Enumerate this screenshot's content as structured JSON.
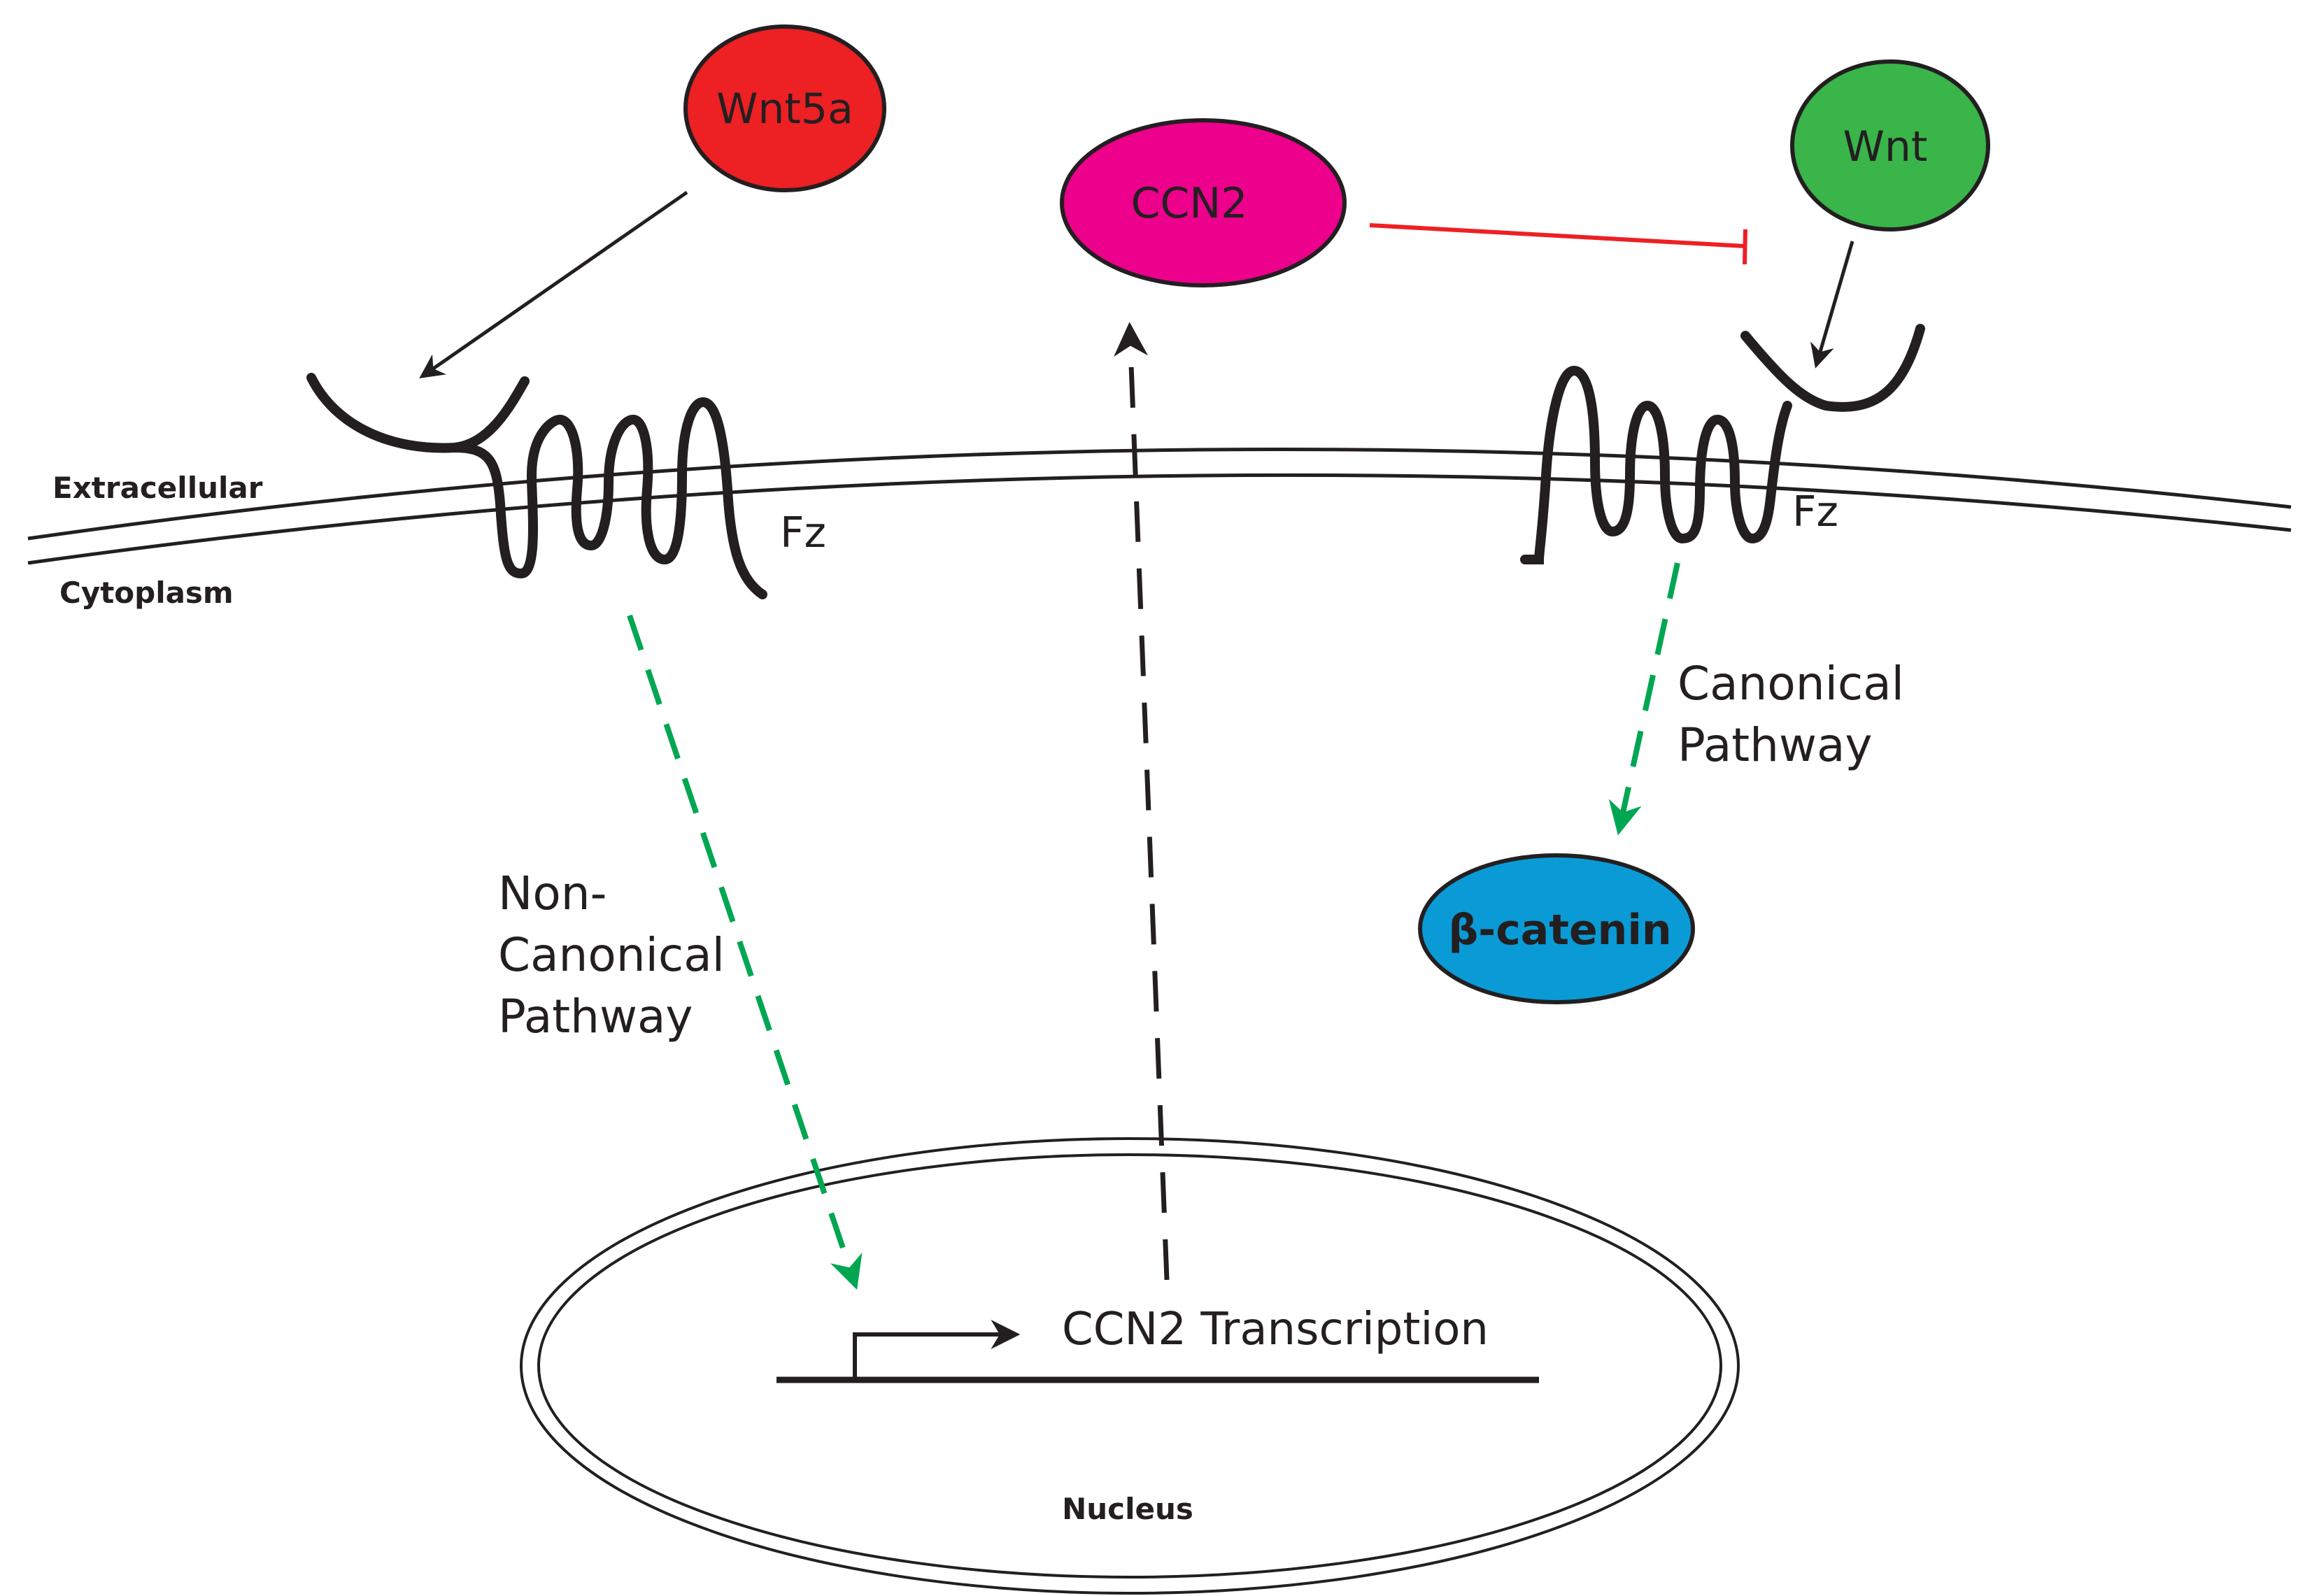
{
  "nodes": {
    "wnt5a": {
      "label": "Wnt5a",
      "color": "#ed2024"
    },
    "ccn2": {
      "label": "CCN2",
      "color": "#ec008c"
    },
    "wnt": {
      "label": "Wnt",
      "color": "#39b54a"
    },
    "beta_catenin": {
      "label": "β-catenin",
      "color": "#0a9bd6"
    }
  },
  "compartments": {
    "extracellular": "Extracellular",
    "cytoplasm": "Cytoplasm",
    "nucleus": "Nucleus"
  },
  "receptors": {
    "left": "Fz",
    "right": "Fz"
  },
  "pathways": {
    "non_canonical": [
      "Non-",
      "Canonical",
      "Pathway"
    ],
    "canonical": [
      "Canonical",
      "Pathway"
    ]
  },
  "gene": {
    "label": "CCN2 Transcription"
  },
  "colors": {
    "activation_dashed": "#00a651",
    "inhibition": "#ed2024",
    "stroke": "#231f20"
  }
}
